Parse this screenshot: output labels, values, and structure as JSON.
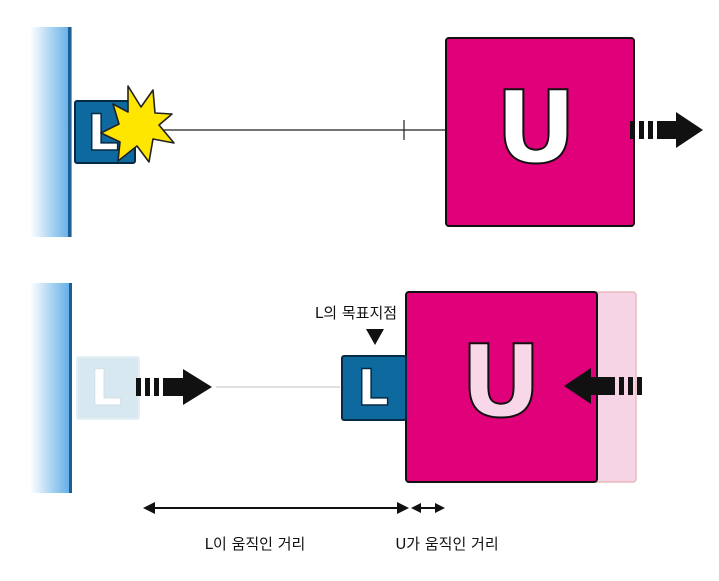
{
  "blocks": {
    "l_letter": "L",
    "u_letter": "U"
  },
  "labels": {
    "target": "L의 목표지점",
    "l_moved": "L이 움직인 거리",
    "u_moved": "U가 움직인 거리"
  },
  "colors": {
    "wall": "#5aa9e6",
    "l_block": "#0e6a9e",
    "u_block": "#e0007a",
    "explosion": "#ffe600"
  }
}
